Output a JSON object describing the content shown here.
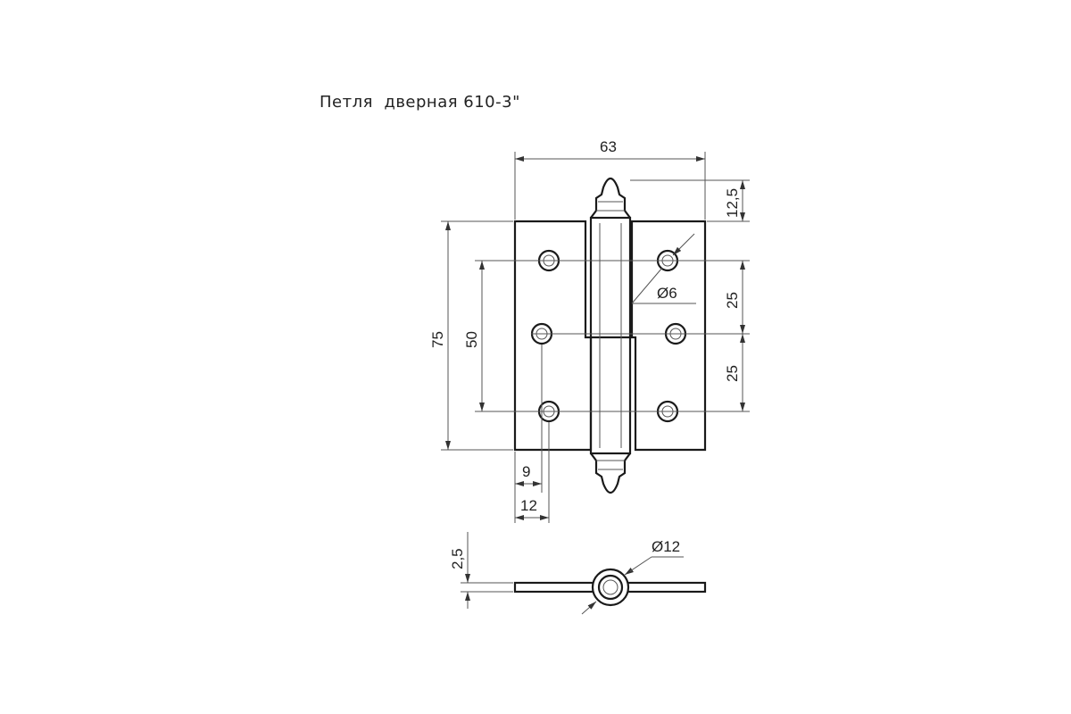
{
  "title": "Петля  дверная 610-3\"",
  "dimensions": {
    "width_total": "63",
    "top_finial": "12,5",
    "height_total": "75",
    "hole_span": "50",
    "hole_pitch_upper": "25",
    "hole_pitch_lower": "25",
    "hole_diameter": "Ø6",
    "edge_offset_small": "9",
    "edge_offset_large": "12",
    "leaf_thickness": "2,5",
    "knuckle_diameter": "Ø12"
  },
  "colors": {
    "line": "#1a1a1a",
    "dimension": "#555555",
    "background": "#ffffff"
  }
}
